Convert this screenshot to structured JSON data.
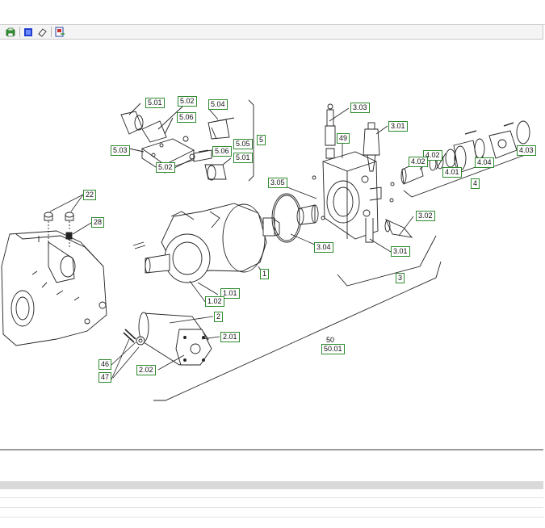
{
  "toolbar": {
    "buttons": [
      {
        "name": "print-icon",
        "color": "#2f9a2f"
      },
      {
        "name": "zoom-icon",
        "color": "#1f3fcf"
      },
      {
        "name": "eraser-icon",
        "color": "#404040"
      },
      {
        "name": "export-icon",
        "color": "#c83232"
      }
    ]
  },
  "diagram": {
    "colors": {
      "label_border": "#2f8a2f",
      "line": "#222222"
    },
    "callouts": {
      "c5_01a": "5.01",
      "c5_02a": "5.02",
      "c5_04": "5.04",
      "c5_06a": "5.06",
      "c5": "5",
      "c5_05": "5.05",
      "c5_03": "5.03",
      "c5_06b": "5.06",
      "c5_02b": "5.02",
      "c5_01b": "5.01",
      "c3_03": "3.03",
      "c49": "49",
      "c3_01": "3.01",
      "c3_05": "3.05",
      "c3_02": "3.02",
      "c3_04": "3.04",
      "c3_01b": "3.01",
      "c3": "3",
      "c4_02a": "4.02",
      "c4_02b": "4.02",
      "c4_03": "4.03",
      "c4_04": "4.04",
      "c4_01": "4.01",
      "c4": "4",
      "c22": "22",
      "c28": "28",
      "c1": "1",
      "c1_01": "1.01",
      "c1_02": "1.02",
      "c2": "2",
      "c2_01": "2.01",
      "c2_02": "2.02",
      "c46": "46",
      "c47": "47",
      "c50": "50",
      "c50_01": "50.01"
    }
  }
}
